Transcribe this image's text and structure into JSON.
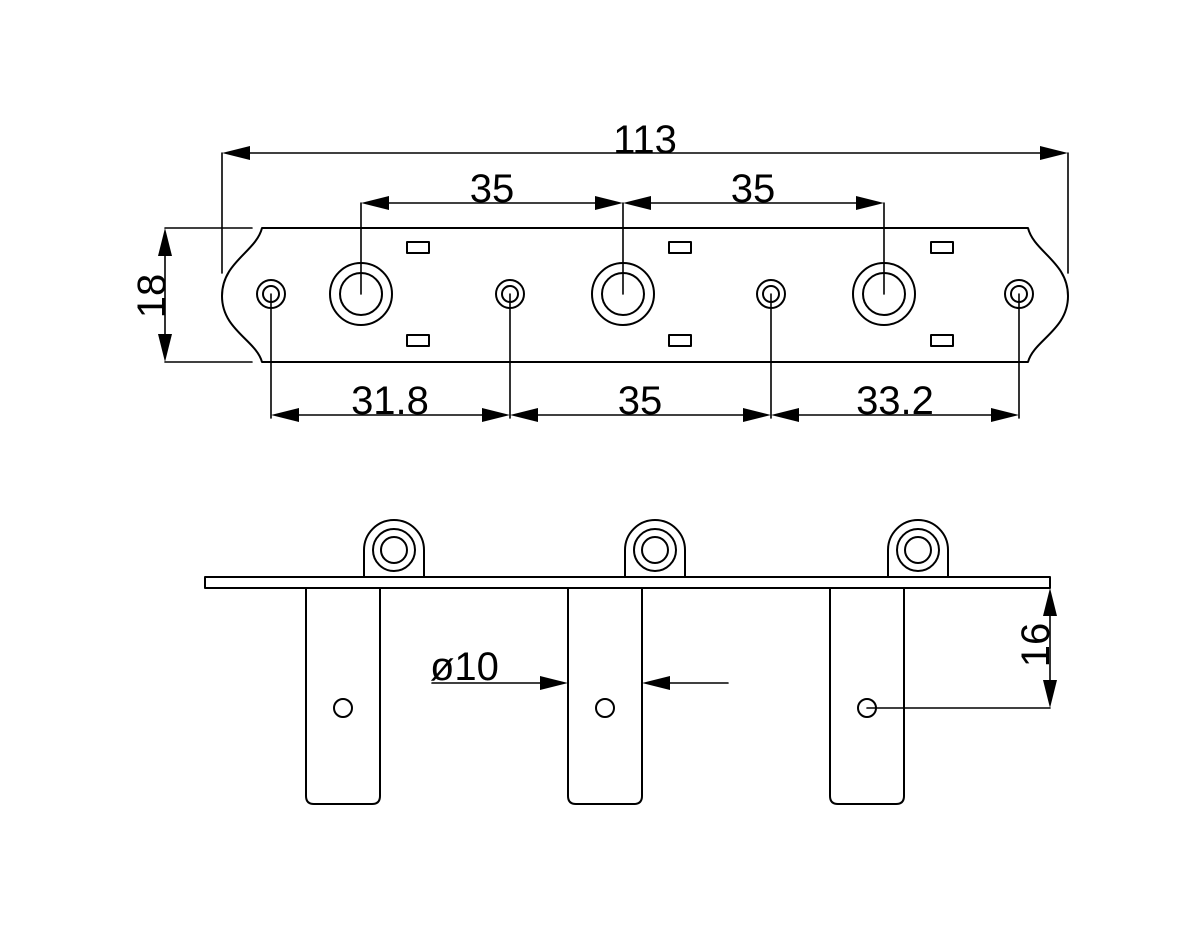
{
  "diagram": {
    "labels": {
      "overall_width": "113",
      "post_spacing_left": "35",
      "post_spacing_right": "35",
      "plate_height": "18",
      "screw_spacing_left": "31.8",
      "screw_spacing_middle": "35",
      "screw_spacing_right": "33.2",
      "shaft_diameter": "ø10",
      "shaft_hole_depth": "16"
    },
    "colors": {
      "line": "#000000",
      "background": "#ffffff"
    }
  }
}
